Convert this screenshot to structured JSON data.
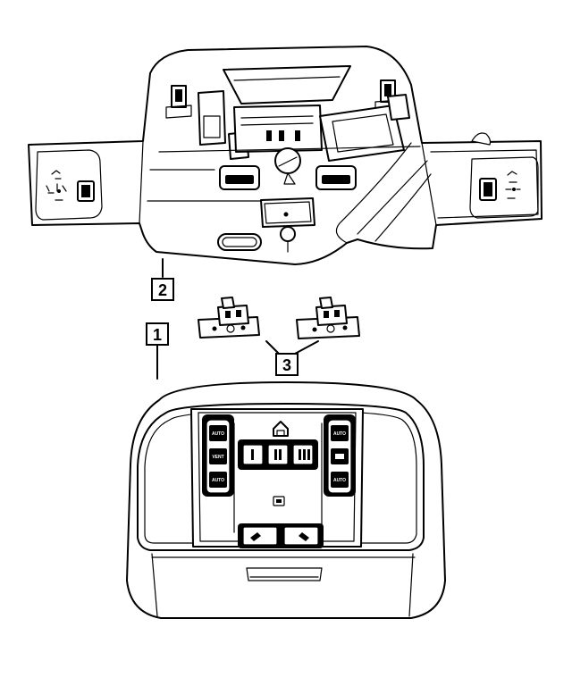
{
  "callouts": {
    "c1": "1",
    "c2": "2",
    "c3": "3"
  },
  "console_labels": {
    "auto_top_left": "AUTO",
    "vent": "VENT",
    "auto_bottom_left": "AUTO",
    "auto_top_right": "AUTO",
    "auto_bottom_right": "AUTO"
  }
}
